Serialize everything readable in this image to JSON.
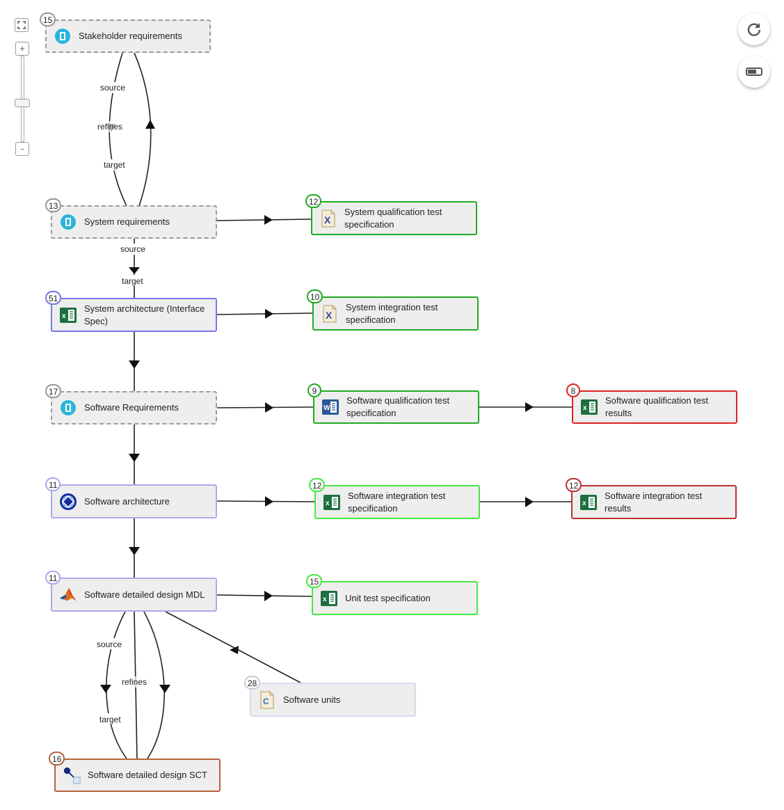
{
  "controls": {
    "fit_icon": "fit-screen-icon",
    "zoom_in": "+",
    "zoom_out": "-",
    "refresh_icon": "refresh-icon",
    "toggle_icon": "toggle-icon"
  },
  "nodes": {
    "stakeholder_req": {
      "label": "Stakeholder requirements",
      "count": "15",
      "icon": "polarion-icon"
    },
    "system_req": {
      "label": "System requirements",
      "count": "13",
      "icon": "polarion-icon"
    },
    "system_arch": {
      "label": "System architecture (Interface Spec)",
      "count": "51",
      "icon": "excel-icon"
    },
    "software_req": {
      "label": "Software Requirements",
      "count": "17",
      "icon": "polarion-icon"
    },
    "software_arch": {
      "label": "Software architecture",
      "count": "11",
      "icon": "enterprise-architect-icon"
    },
    "sw_detailed_mdl": {
      "label": "Software detailed design MDL",
      "count": "11",
      "icon": "matlab-icon"
    },
    "sw_detailed_sct": {
      "label": "Software detailed design SCT",
      "count": "16",
      "icon": "statechart-icon"
    },
    "software_units": {
      "label": "Software units",
      "count": "28",
      "icon": "c-file-icon"
    },
    "sys_qual_test": {
      "label": "System qualification test specification",
      "count": "12",
      "icon": "xml-doc-icon"
    },
    "sys_int_test": {
      "label": "System integration test specification",
      "count": "10",
      "icon": "xml-doc-icon"
    },
    "sw_qual_test": {
      "label": "Software qualification test specification",
      "count": "9",
      "icon": "word-icon"
    },
    "sw_qual_results": {
      "label": "Software qualification test results",
      "count": "8",
      "icon": "excel-icon"
    },
    "sw_int_test": {
      "label": "Software integration test specification",
      "count": "12",
      "icon": "excel-icon"
    },
    "sw_int_results": {
      "label": "Software integration test results",
      "count": "12",
      "icon": "excel-icon"
    },
    "unit_test": {
      "label": "Unit test specification",
      "count": "15",
      "icon": "excel-icon"
    }
  },
  "edge_labels": {
    "source": "source",
    "refines": "refines",
    "target": "target"
  },
  "colors": {
    "gray": "#999999",
    "blue": "#7777e8",
    "lavender": "#aaaaee",
    "light_green": "#44e844",
    "green": "#22aa22",
    "red": "#dd2222",
    "dark_red": "#bb3333",
    "brown": "#b5653a",
    "node_fill": "#eeeeee"
  }
}
